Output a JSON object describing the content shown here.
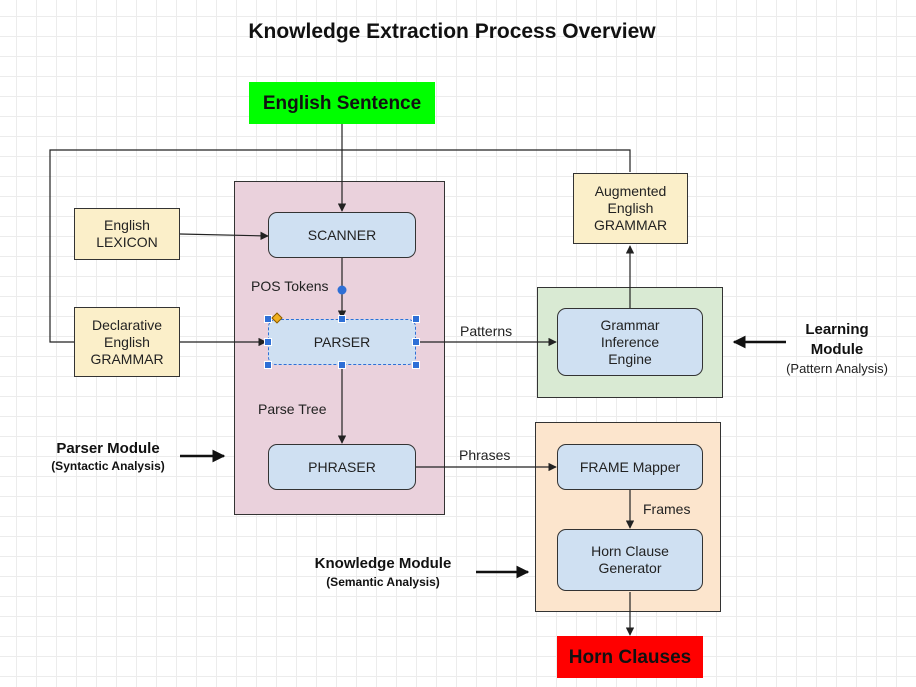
{
  "title": "Knowledge Extraction Process Overview",
  "colors": {
    "input": "#00ff00",
    "output": "#ff0000",
    "parser_module": "#ead1dc",
    "learning_module": "#d9ead3",
    "knowledge_module": "#fce5cd",
    "process_box": "#cfe0f2",
    "resource_box": "#fbefc9",
    "selection": "#2e6fd6"
  },
  "nodes": {
    "input": "English Sentence",
    "output": "Horn Clauses",
    "lexicon": "English\nLEXICON",
    "declarative_grammar": "Declarative\nEnglish\nGRAMMAR",
    "augmented_grammar": "Augmented\nEnglish\nGRAMMAR",
    "scanner": "SCANNER",
    "parser": "PARSER",
    "phraser": "PHRASER",
    "inference_engine": "Grammar\nInference\nEngine",
    "frame_mapper": "FRAME Mapper",
    "horn_generator": "Horn Clause\nGenerator"
  },
  "edge_labels": {
    "pos_tokens": "POS Tokens",
    "parse_tree": "Parse Tree",
    "patterns": "Patterns",
    "phrases": "Phrases",
    "frames": "Frames"
  },
  "modules": {
    "parser": {
      "title": "Parser Module",
      "subtitle": "(Syntactic Analysis)"
    },
    "learning": {
      "title_line1": "Learning",
      "title_line2": "Module",
      "subtitle": "(Pattern Analysis)"
    },
    "knowledge": {
      "title": "Knowledge Module",
      "subtitle": "(Semantic Analysis)"
    }
  }
}
